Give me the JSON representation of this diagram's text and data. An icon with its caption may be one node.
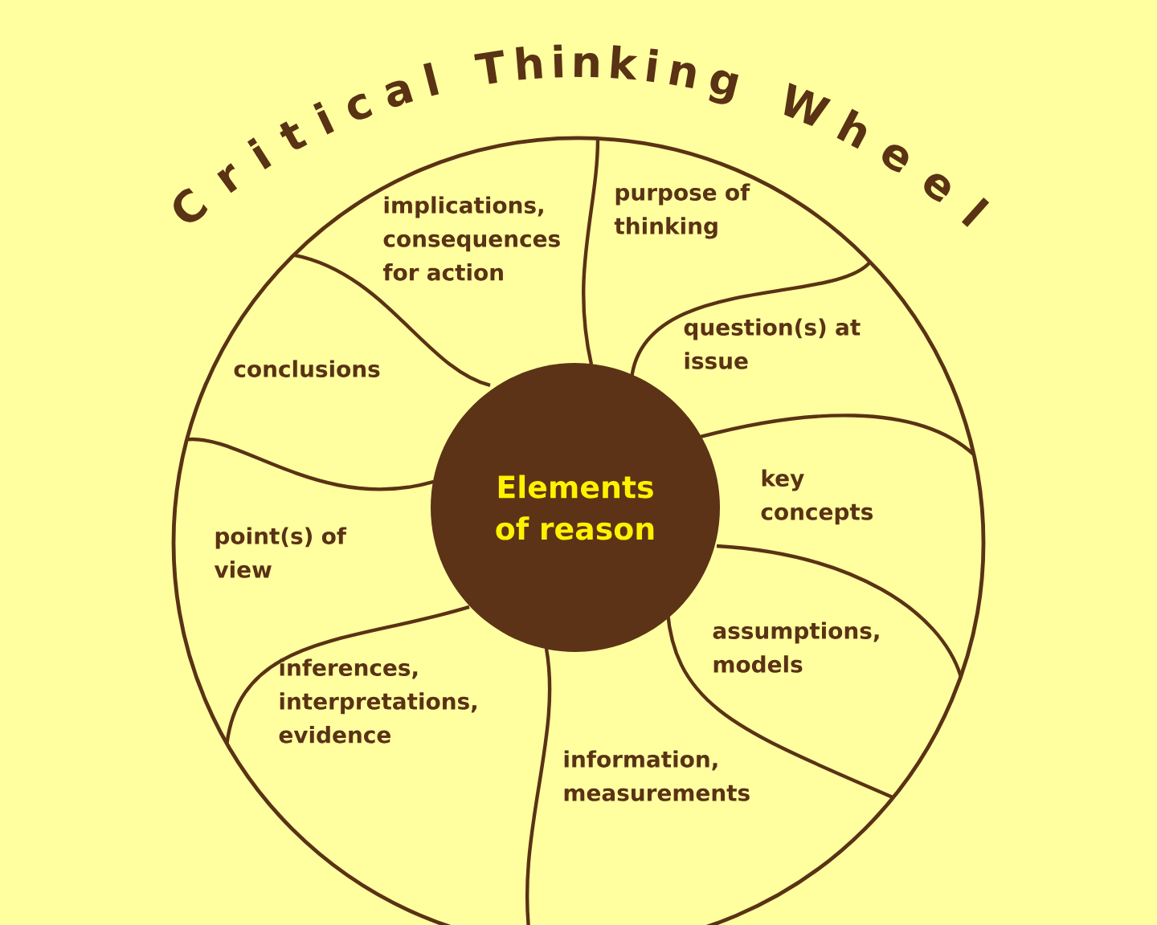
{
  "diagram": {
    "title": "Critical Thinking Wheel",
    "nodes": [
      {
        "text": [],
        "shape": "circle"
      },
      {
        "text": [
          "Elements of reason"
        ],
        "in": 0
      },
      {
        "text": [
          "implications, consequences for action"
        ],
        "in": 0
      },
      {
        "text": [
          "purpose of thinking"
        ],
        "in": 0
      },
      {
        "text": [
          "question(s) at issue"
        ],
        "in": 0
      },
      {
        "text": [
          "key concepts"
        ],
        "in": 0
      },
      {
        "text": [
          "assumptions, models"
        ],
        "in": 0
      },
      {
        "text": [
          "information, measurements"
        ],
        "in": 0
      },
      {
        "text": [
          "inferences, interpretations, evidence"
        ],
        "in": 0
      },
      {
        "text": [
          "point(s) of view"
        ],
        "in": 0
      },
      {
        "text": [
          "conclusions"
        ],
        "in": 0
      }
    ],
    "edges": []
  }
}
